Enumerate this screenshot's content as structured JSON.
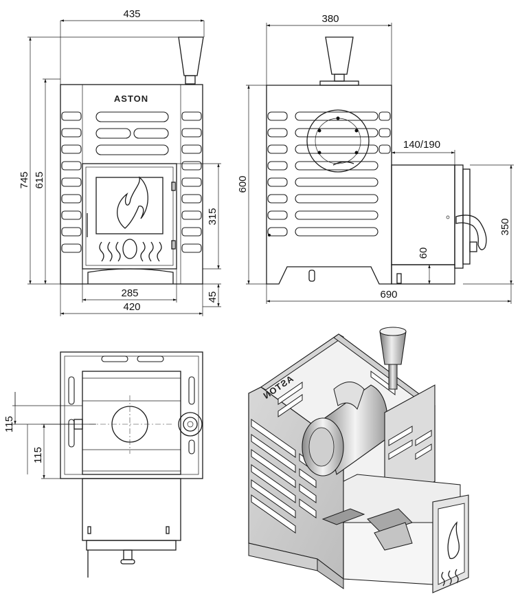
{
  "brand_logo": "ASTON",
  "front_view": {
    "dim_total_width": "435",
    "dim_total_height": "745",
    "dim_body_height": "615",
    "dim_door_height": "315",
    "dim_door_width": "285",
    "dim_base_width": "420",
    "dim_base_height": "45"
  },
  "side_view": {
    "dim_depth": "380",
    "dim_height": "600",
    "dim_tunnel": "140/190",
    "dim_tunnel_height": "350",
    "dim_tunnel_bottom": "60",
    "dim_total_length": "690"
  },
  "top_view": {
    "dim_offset_1": "115",
    "dim_offset_2": "115"
  },
  "iso_view": {
    "logo_mirrored": "ASTON"
  }
}
